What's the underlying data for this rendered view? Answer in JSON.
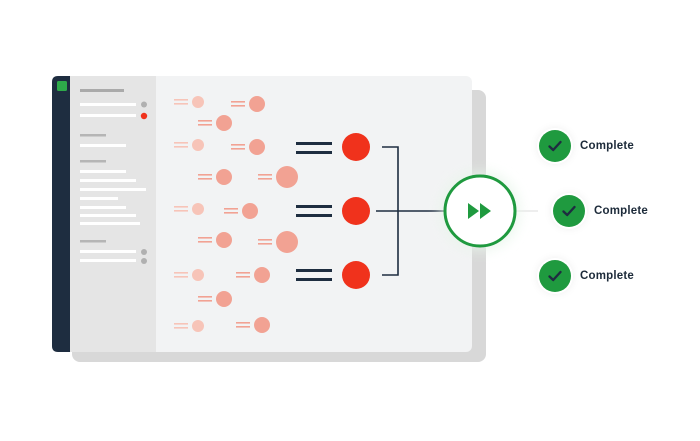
{
  "statuses": [
    {
      "label": "Complete"
    },
    {
      "label": "Complete"
    },
    {
      "label": "Complete"
    }
  ],
  "icons": {
    "app": "app-square-icon",
    "unread": "red-dot-icon",
    "action": "fast-forward-icon",
    "status": "checkmark-icon"
  },
  "colors": {
    "sidebar": "#1e2d40",
    "app_icon": "#2eaa4a",
    "panel": "#e5e5e5",
    "canvas": "#f2f3f4",
    "node_light": "#f7c4b8",
    "node_mid": "#f2a293",
    "node_active": "#f0321c",
    "connector": "#1e2d40",
    "action_ring": "#1f9a3f",
    "status_check": "#1f9a3f"
  }
}
